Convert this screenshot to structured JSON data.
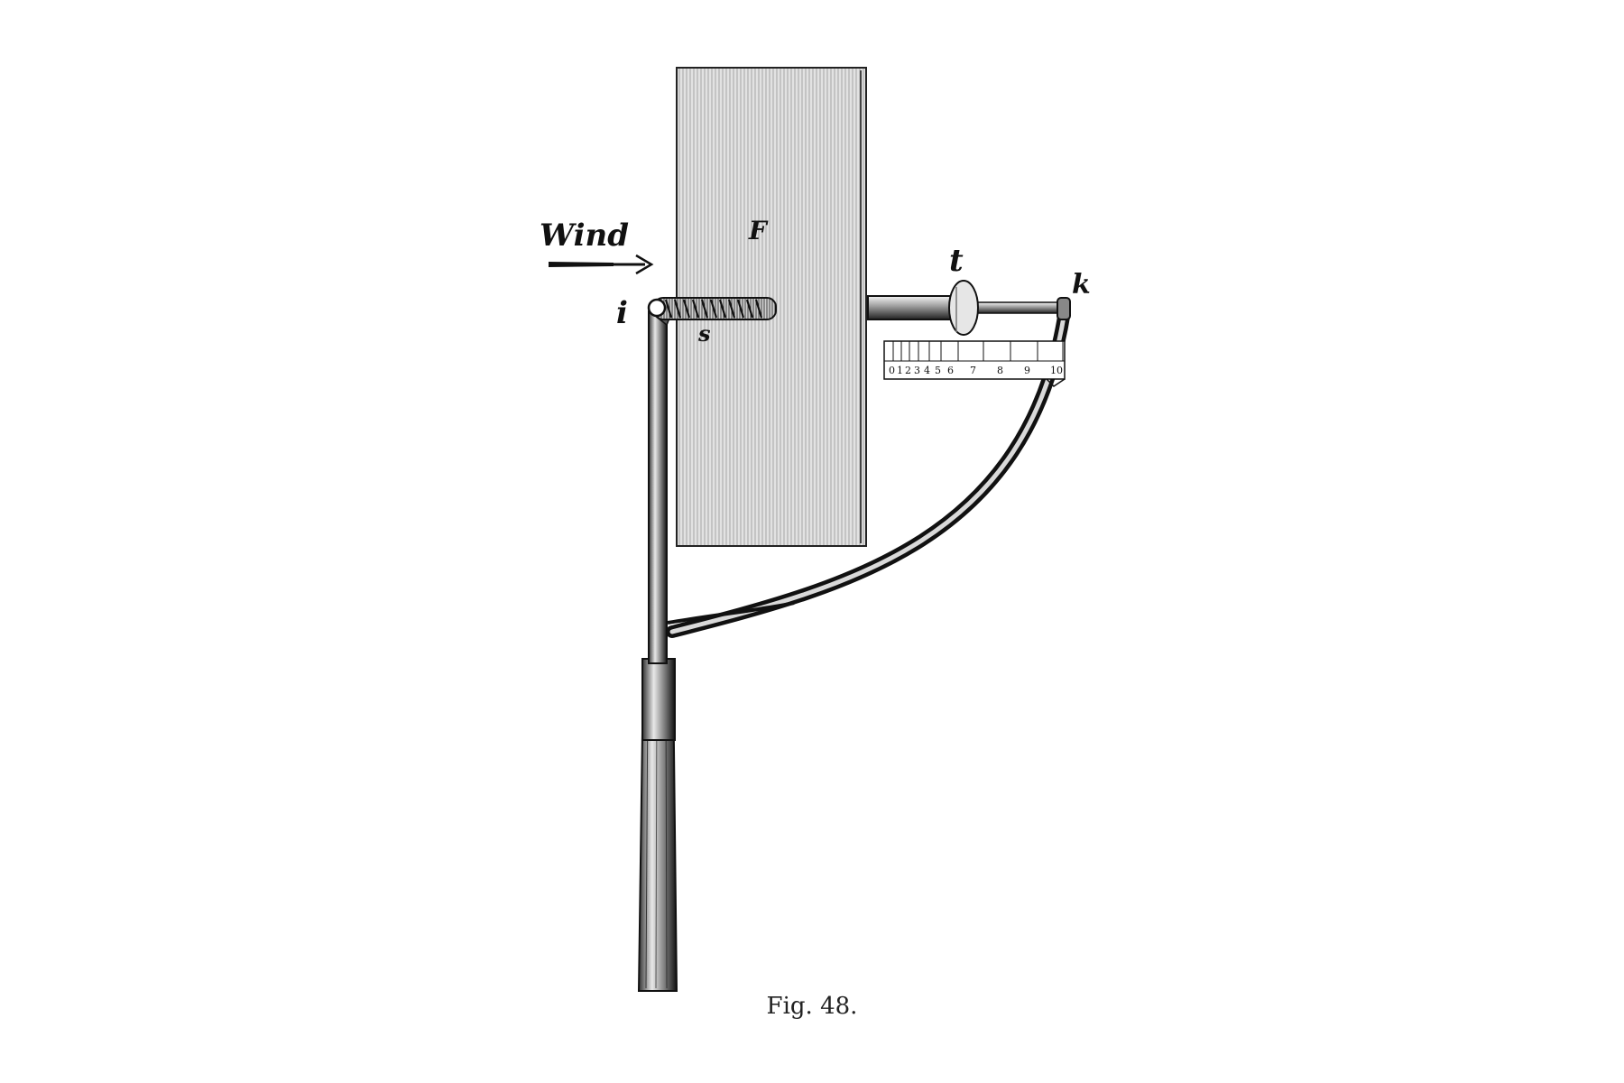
{
  "labels": {
    "wind": "Wind",
    "F": "F",
    "t": "t",
    "k": "k",
    "i": "i",
    "s": "s"
  },
  "scale": {
    "numbers": [
      "0",
      "1",
      "2",
      "3",
      "4",
      "5",
      "6",
      "7",
      "8",
      "9",
      "10"
    ]
  },
  "caption": "Fig. 48."
}
